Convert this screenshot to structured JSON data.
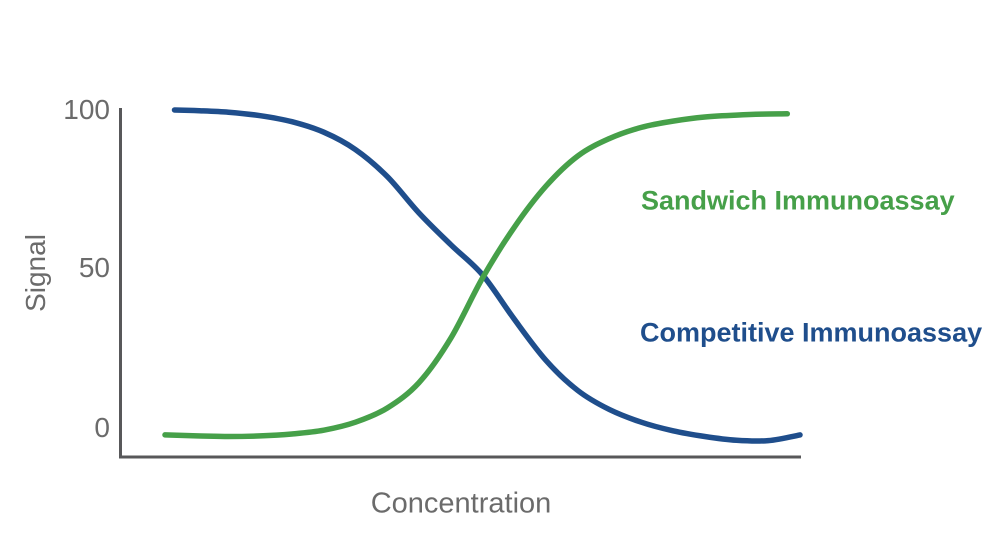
{
  "figure": {
    "y_tick_labels": [
      "100",
      "50",
      "0"
    ]
  },
  "colors": {
    "sandwich_green": "#46a049",
    "competitive_blue": "#1f4e8c",
    "axis_gray": "#58585a",
    "label_gray": "#6b6b6b"
  },
  "chart_data": {
    "type": "line",
    "title": "",
    "xlabel": "Concentration",
    "ylabel": "Signal",
    "xlim": [
      0,
      10
    ],
    "ylim": [
      0,
      100
    ],
    "y_ticks": [
      0,
      50,
      100
    ],
    "x_tick_labels": [],
    "grid": false,
    "legend_position": "inline-annotations-right",
    "description": "Stylized sigmoid dose-response curves: sandwich immunoassay signal rises with concentration, competitive immunoassay signal falls; curves cross near mid-concentration at signal ~50.",
    "series": [
      {
        "name": "Sandwich Immunoassay",
        "color": "#46a049",
        "x": [
          0,
          0.5,
          1,
          1.5,
          2,
          2.5,
          3,
          3.5,
          4,
          4.5,
          5,
          5.5,
          6,
          6.5,
          7,
          7.5,
          8,
          8.5,
          9,
          9.4,
          9.8
        ],
        "y": [
          -2.5,
          -2.8,
          -3,
          -2.8,
          -2.2,
          -1,
          1.5,
          6,
          14,
          28,
          47,
          63,
          76,
          85.5,
          91,
          94.5,
          96.5,
          97.8,
          98.4,
          98.7,
          98.8
        ]
      },
      {
        "name": "Competitive Immunoassay",
        "color": "#1f4e8c",
        "x": [
          0.15,
          0.5,
          1,
          1.5,
          2,
          2.5,
          3,
          3.5,
          4,
          4.5,
          5,
          5.5,
          6,
          6.5,
          7,
          7.5,
          8,
          8.5,
          9,
          9.5,
          10
        ],
        "y": [
          100,
          99.8,
          99.3,
          98.2,
          96.3,
          93,
          87.5,
          79,
          67.5,
          57.5,
          48,
          34,
          21,
          11.5,
          5.5,
          1.5,
          -1.2,
          -3,
          -4.2,
          -4.3,
          -2.5
        ]
      }
    ]
  }
}
